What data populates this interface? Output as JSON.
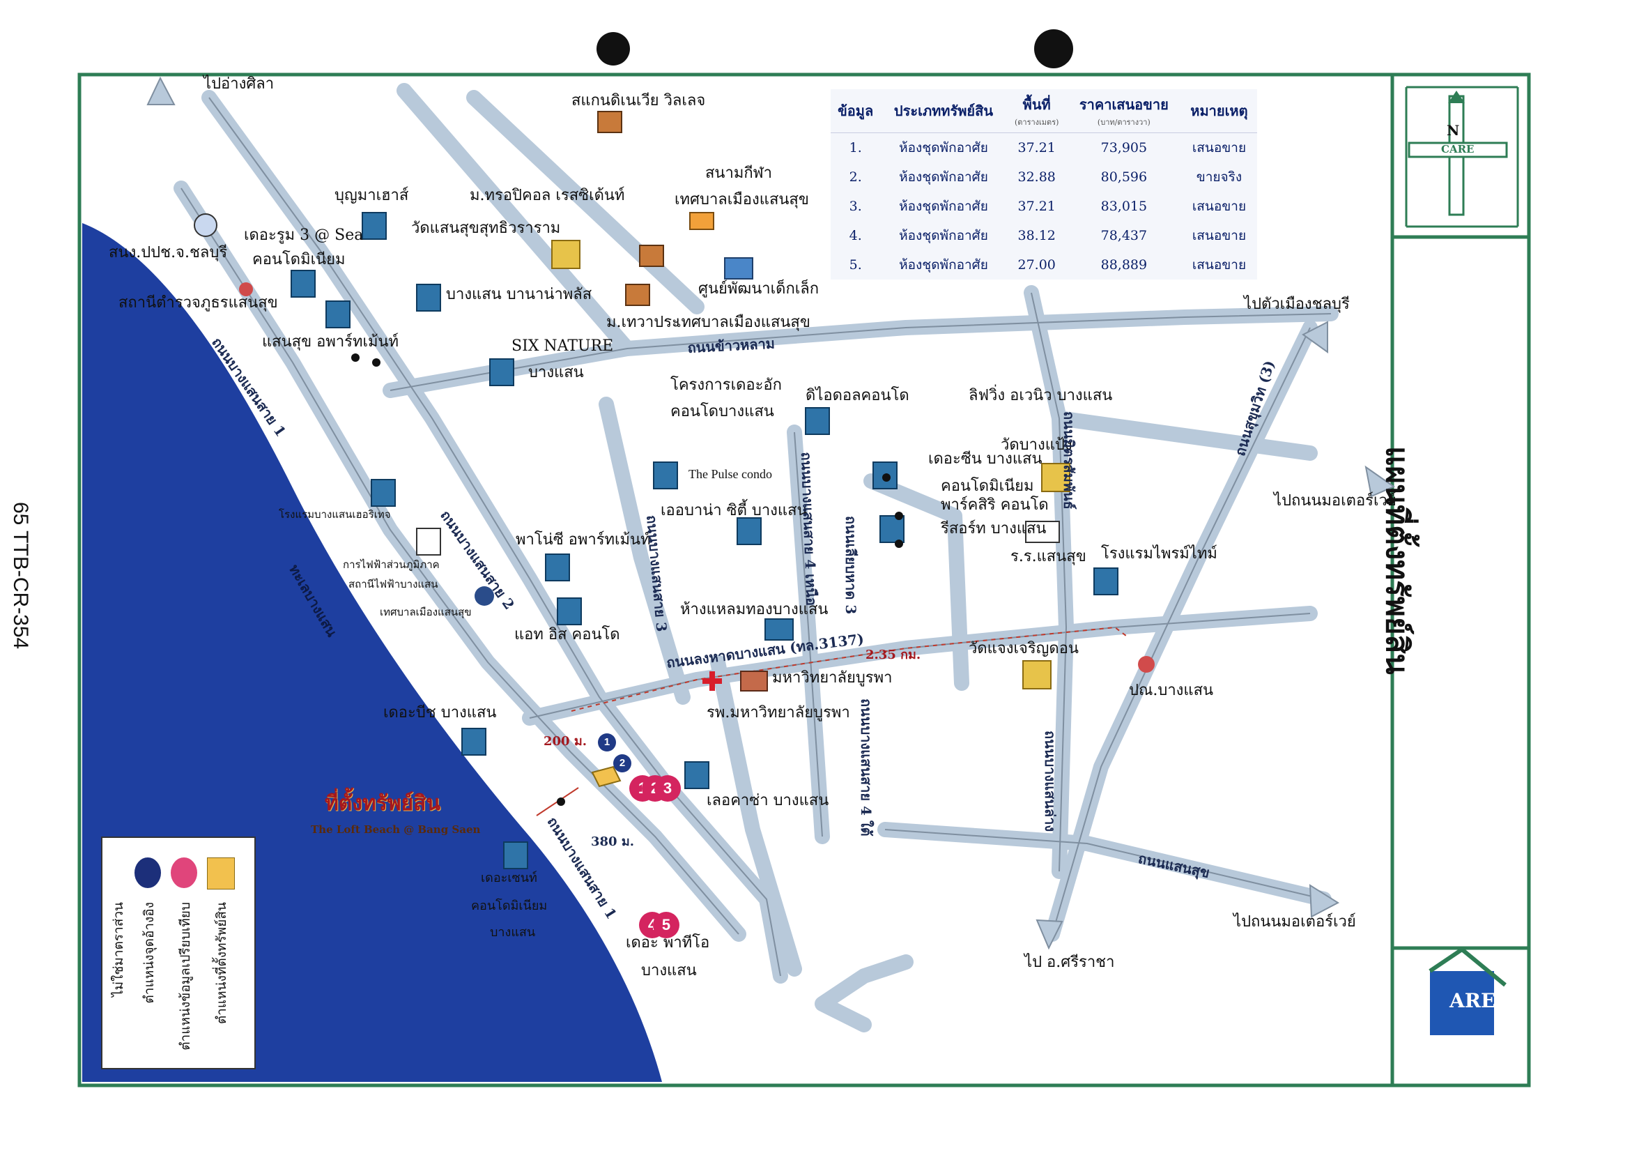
{
  "side_code": "65 TTB-CR-354",
  "title": "แผนที่ตั้งทรัพย์สิน",
  "compass": {
    "letter": "N",
    "label": "CARE"
  },
  "logo_text": "ARE",
  "table": {
    "headers": {
      "no": "ข้อมูล",
      "type": "ประเภททรัพย์สิน",
      "area": "พื้นที่",
      "area_unit": "(ตารางเมตร)",
      "price": "ราคาเสนอขาย",
      "price_unit": "(บาท/ตารางวา)",
      "note": "หมายเหตุ"
    },
    "rows": [
      {
        "no": "1.",
        "type": "ห้องชุดพักอาศัย",
        "area": "37.21",
        "price": "73,905",
        "note": "เสนอขาย"
      },
      {
        "no": "2.",
        "type": "ห้องชุดพักอาศัย",
        "area": "32.88",
        "price": "80,596",
        "note": "ขายจริง"
      },
      {
        "no": "3.",
        "type": "ห้องชุดพักอาศัย",
        "area": "37.21",
        "price": "83,015",
        "note": "เสนอขาย"
      },
      {
        "no": "4.",
        "type": "ห้องชุดพักอาศัย",
        "area": "38.12",
        "price": "78,437",
        "note": "เสนอขาย"
      },
      {
        "no": "5.",
        "type": "ห้องชุดพักอาศัย",
        "area": "27.00",
        "price": "88,889",
        "note": "เสนอขาย"
      }
    ]
  },
  "legend": [
    {
      "label": "ตำแหน่งที่ตั้งทรัพย์สิน",
      "color": "#f2c14e"
    },
    {
      "label": "ตำแหน่งข้อมูลเปรียบเทียบ",
      "color": "#e0457b"
    },
    {
      "label": "ตำแหน่งจุดอ้างอิง",
      "color": "#1c2f7a"
    }
  ],
  "legend_note": "ไม่ใช่มาตราส่วน",
  "subject": {
    "label": "ที่ตั้งทรัพย์สิน",
    "name": "The Loft Beach @ Bang Saen"
  },
  "distances": {
    "d1": "200 ม.",
    "d2": "380 ม.",
    "d3": "2.35 กม."
  },
  "places": {
    "p_angsila": "ไปอ่างศิลา",
    "p_scandinavia": "สแกนดิเนเวีย วิลเลจ",
    "p_stadium": "สนามกีฬา",
    "p_stadium2": "เทศบาลเมืองแสนสุข",
    "p_boonma": "บุญมาเฮาส์",
    "p_tropical": "ม.ทรอปิคอล เรสซิเด้นท์",
    "p_theroom": "เดอะรูม 3 @ Sea",
    "p_condo": "คอนโดมิเนียม",
    "p_temple1": "วัดแสนสุขสุทธิวราราม",
    "p_childcenter": "ศูนย์พัฒนาเด็กเล็ก",
    "p_childcenter2": "เทศบาลเมืองแสนสุข",
    "p_thaoprasa": "ม.เทวาประ",
    "p_snong": "สนง.ปปช.จ.ชลบุรี",
    "p_police": "สถานีตำรวจภูธรแสนสุข",
    "p_bangsaen_banana": "บางแสน บานาน่าพลัส",
    "p_saensuk_apt": "แสนสุข อพาร์ทเม้นท์",
    "p_sixnature": "SIX NATURE",
    "p_sixnature2": "บางแสน",
    "p_chonburi_city": "ไปตัวเมืองชลบุรี",
    "p_project_a": "โครงการเดอะอัก",
    "p_project_a2": "คอนโดบางแสน",
    "p_ideal": "ดิไอดอลคอนโด",
    "p_living": "ลิฟวิ่ง อเวนิว บางแสน",
    "p_watbangpaeng": "วัดบางแป้ง",
    "p_thezeen": "เดอะซีน บางแสน",
    "p_condo_sirin": "คอนโดมิเนียม",
    "p_sirin2": "พาร์คสิริ คอนโด",
    "p_resort": "รีสอร์ท บางแสน",
    "p_school": "ร.ร.แสนสุข",
    "p_hotel_prime": "โรงแรมไพรม์ไทม์",
    "p_motorway1": "ไปถนนมอเตอร์เวย์",
    "p_pulse": "The Pulse condo",
    "p_hotel_bsr": "โรงแรมบางแสนเฮอริเทจ",
    "p_ev": "การไฟฟ้าส่วนภูมิภาค",
    "p_ev2": "สถานีไฟฟ้าบางแสน",
    "p_municipal": "เทศบาลเมืองแสนสุข",
    "p_plano": "พาโน่ซี อพาร์ทเม้นท์",
    "p_abana": "เออบาน่า ซิตี้ บางแสน",
    "p_att": "แอท อิส คอนโด",
    "p_mall": "ห้างแหลมทองบางแสน",
    "p_watsaeng": "วัดแจงเจริญดอน",
    "p_post": "ปณ.บางแสน",
    "p_beach": "เดอะบีช บางแสน",
    "p_hospital": "รพ.มหาวิทยาลัยบูรพา",
    "p_university": "มหาวิทยาลัยบูรพา",
    "p_lacasa": "เลอคาซ่า บางแสน",
    "p_thebeach2": "เดอะเซนท์",
    "p_thebeach2b": "คอนโดมิเนียม",
    "p_thebeach2c": "บางแสน",
    "p_party": "เดอะ พาทีโอ",
    "p_party2": "บางแสน",
    "p_sriracha": "ไป อ.ศรีราชา",
    "p_motorway2": "ไปถนนมอเตอร์เวย์"
  },
  "roads": {
    "r_beach1": "ถนนบางแสนสาย 1",
    "r_beach1b": "ถนนบางแสนสาย 1",
    "r_beach2": "ถนนบางแสนสาย 2",
    "r_beach3": "ถนนบางแสนสาย 3",
    "r_beach4": "ถนนบางแสนสาย 4 เหนือ",
    "r_beach4s": "ถนนบางแสนสาย 4 ใต้",
    "r_longhat": "ถนนลงหาดบางแสน (ทล.3137)",
    "r_khaolam": "ถนนข้าวหลาม",
    "r_saensuk": "ถนนแสนสุข",
    "r_sukhumvit": "ถนนสุขุมวิท (3)",
    "r_sea": "ทะเลบางแสน",
    "r_matha": "ถนนมิตรสัมพันธ์",
    "r_bangsaen_link": "ถนนเลียบหาด 3",
    "r_thang": "ถนนบางแสนล่าง"
  },
  "subject_markers": [
    "1",
    "2",
    "3"
  ],
  "compare_markers": [
    "4",
    "5"
  ],
  "ref_markers": [
    "1",
    "2"
  ]
}
